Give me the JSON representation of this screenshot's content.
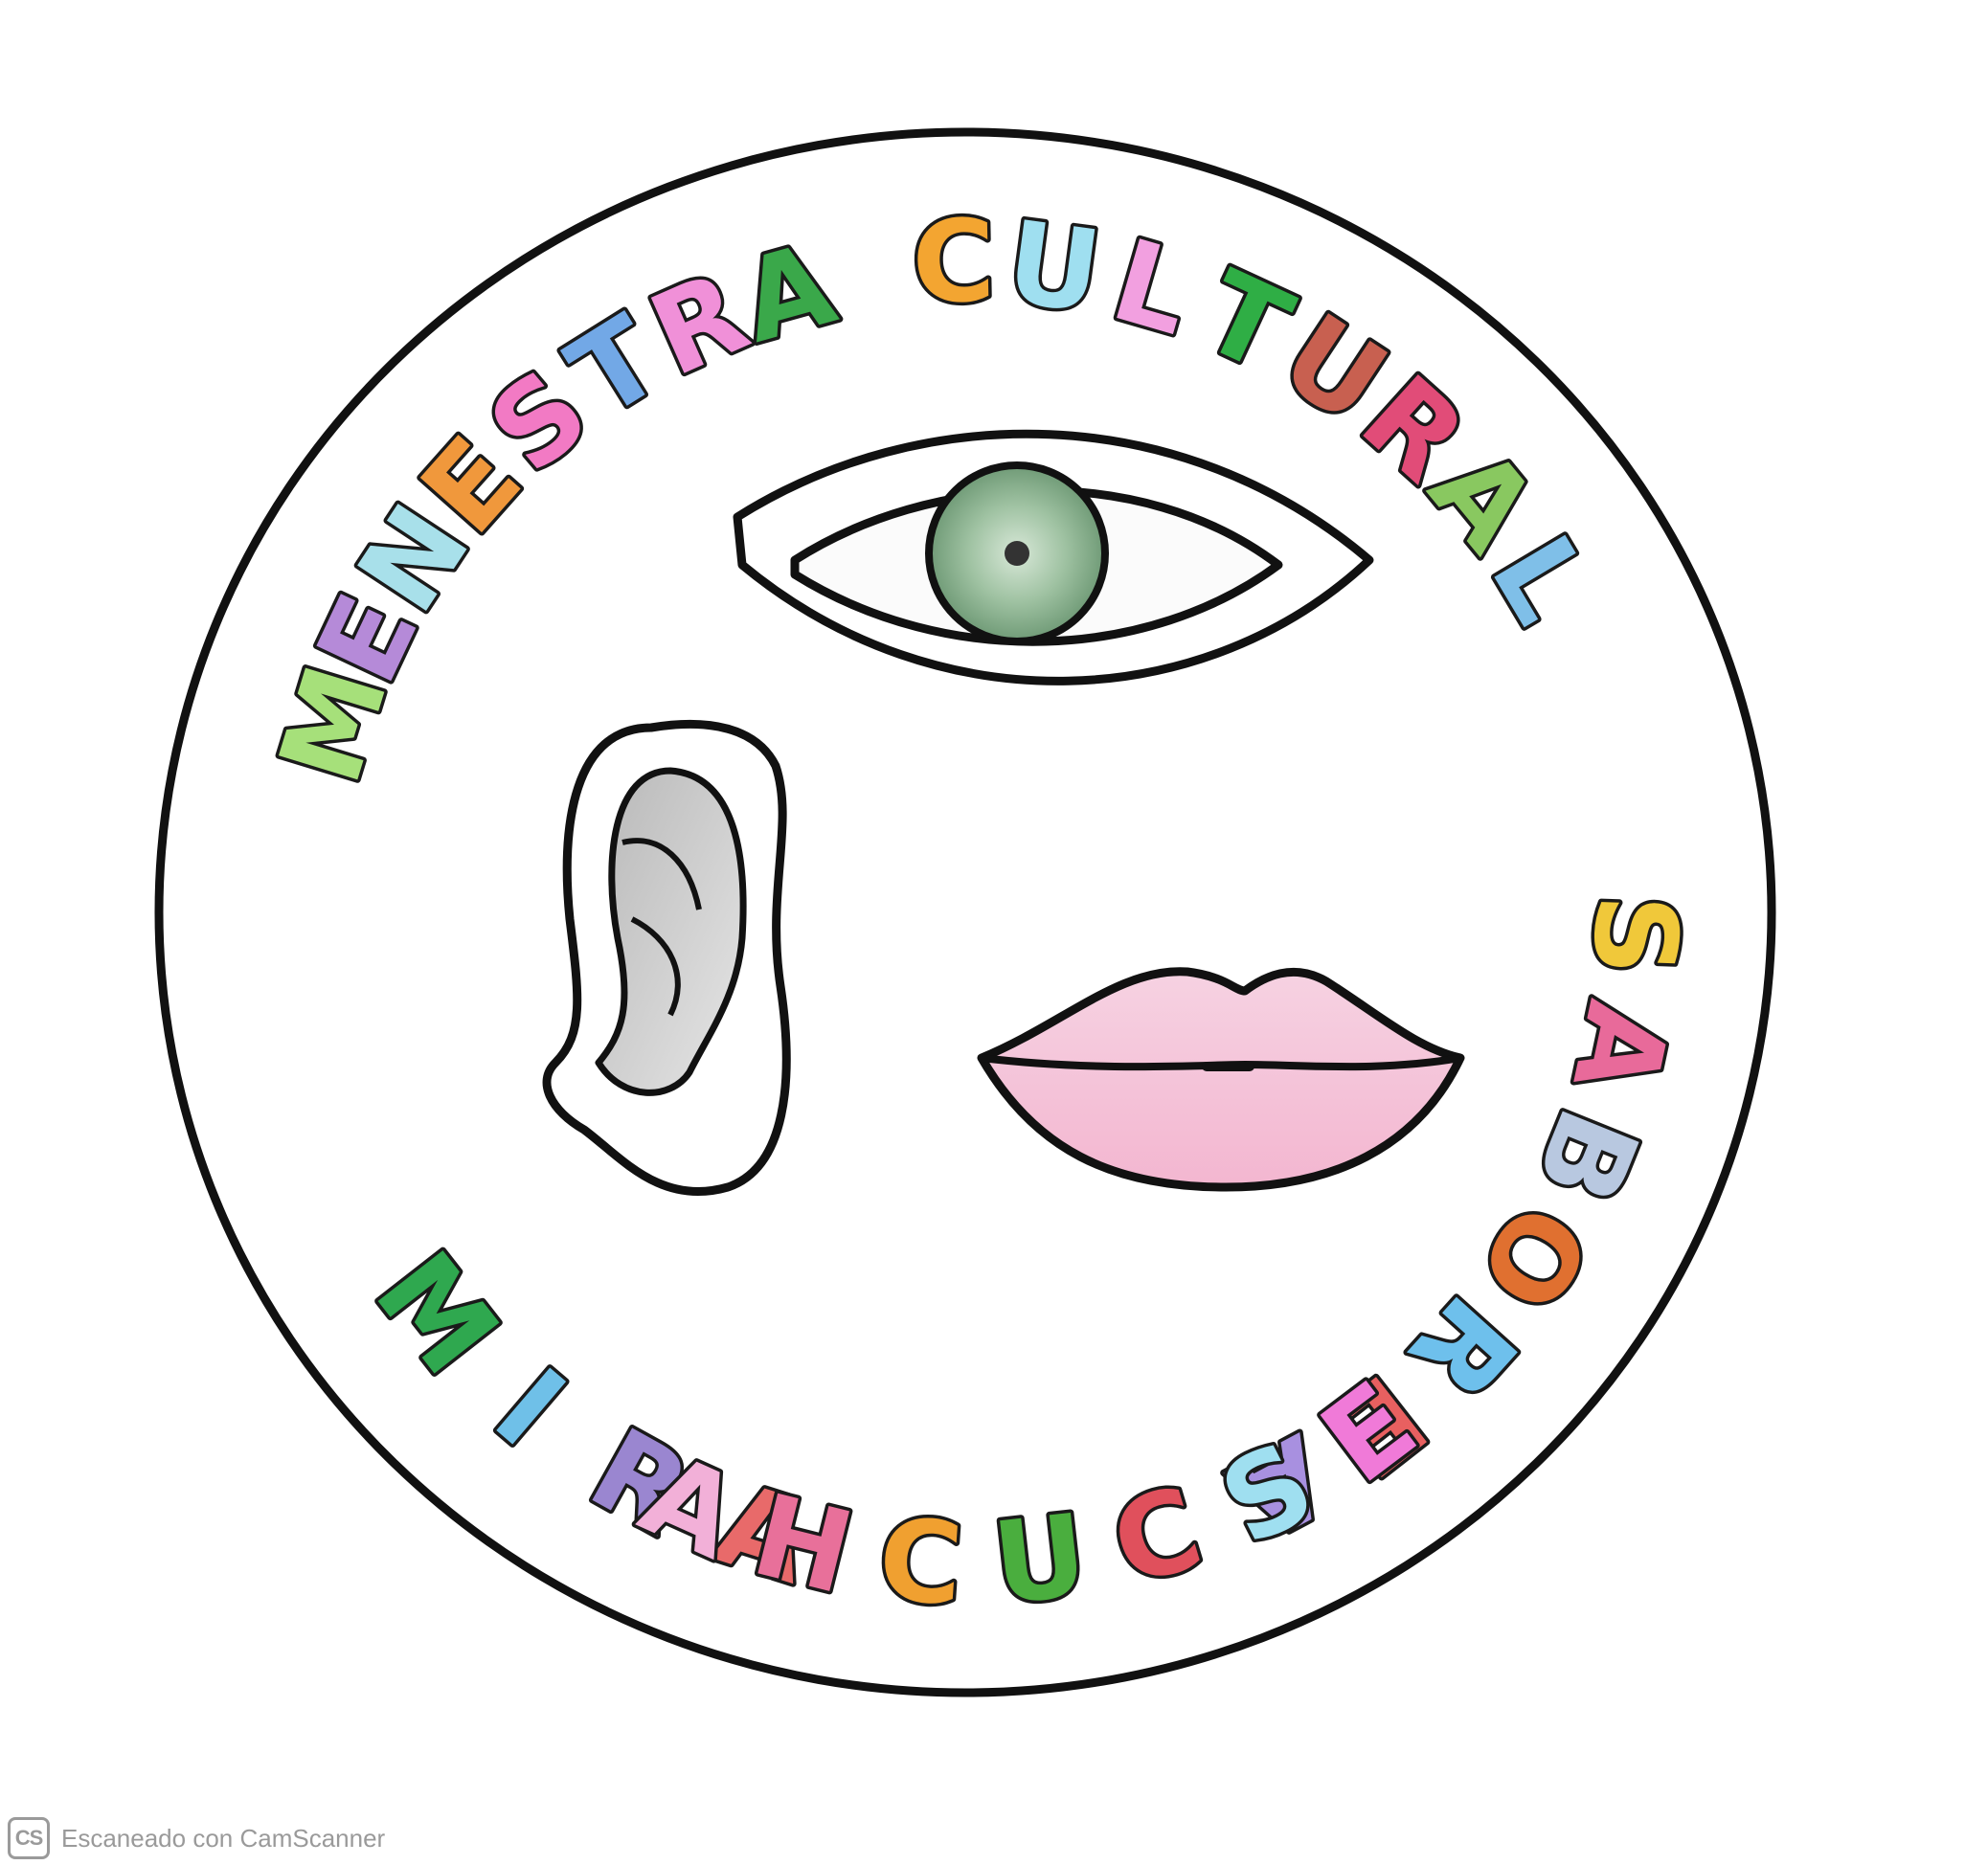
{
  "logo": {
    "ring_words": [
      {
        "key": "mira",
        "text": "MIRA",
        "colors": [
          "#2fa84f",
          "#6fc0e8",
          "#9a86d0",
          "#e86a6a"
        ]
      },
      {
        "key": "menestra",
        "text": "MENESTRA",
        "colors": [
          "#a6e07a",
          "#b58ad8",
          "#a8e0ea",
          "#f0983c",
          "#f27ac4",
          "#72a8e6",
          "#f090d8",
          "#3aa84a"
        ]
      },
      {
        "key": "cultural",
        "text": "CULTURAL",
        "colors": [
          "#f3a531",
          "#9fdff0",
          "#f2a0e0",
          "#2fae45",
          "#c86050",
          "#e14c78",
          "#89c860",
          "#7fbfe8"
        ]
      },
      {
        "key": "saborea",
        "text": "SABOREA",
        "colors": [
          "#f0c83a",
          "#e86a9a",
          "#b8c8e0",
          "#e07030",
          "#6ec0ec",
          "#e86060",
          "#a890e0"
        ]
      },
      {
        "key": "escucha",
        "text": "ESCUCHA",
        "colors": [
          "#f07ad8",
          "#9fdff0",
          "#e0505c",
          "#4aae3e",
          "#f0a030",
          "#e8709a",
          "#f2b0d8"
        ]
      }
    ],
    "colors": {
      "ring": "#111111",
      "iris": "#8fb594",
      "lips": "#f6c8dc",
      "ear_shade": "#c8c8c8"
    }
  },
  "watermark": {
    "badge": "CS",
    "text": "Escaneado con CamScanner"
  }
}
